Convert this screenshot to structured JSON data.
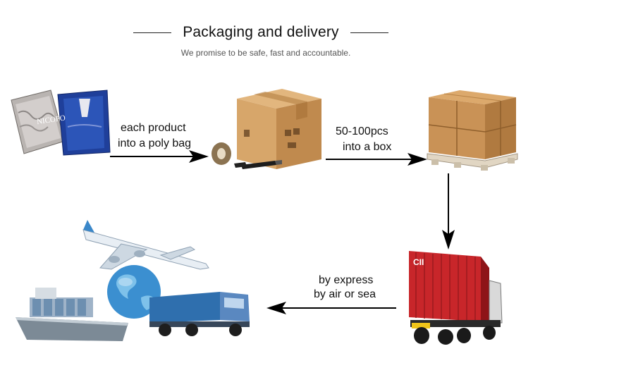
{
  "header": {
    "title": "Packaging and delivery",
    "subtitle": "We promise to be safe, fast and accountable."
  },
  "steps": {
    "poly_bag": {
      "line1": "each product",
      "line2": "into a poly bag",
      "bag_print": "NICOPO"
    },
    "box": {
      "line1": "50-100pcs",
      "line2": "into a box"
    },
    "ship": {
      "line1": "by express",
      "line2": "by air or sea"
    }
  },
  "container_logo": "CII",
  "colors": {
    "cardboard": "#c8955a",
    "container_red": "#c8262a",
    "globe_blue": "#3b8fd0",
    "arrow": "#000000"
  }
}
